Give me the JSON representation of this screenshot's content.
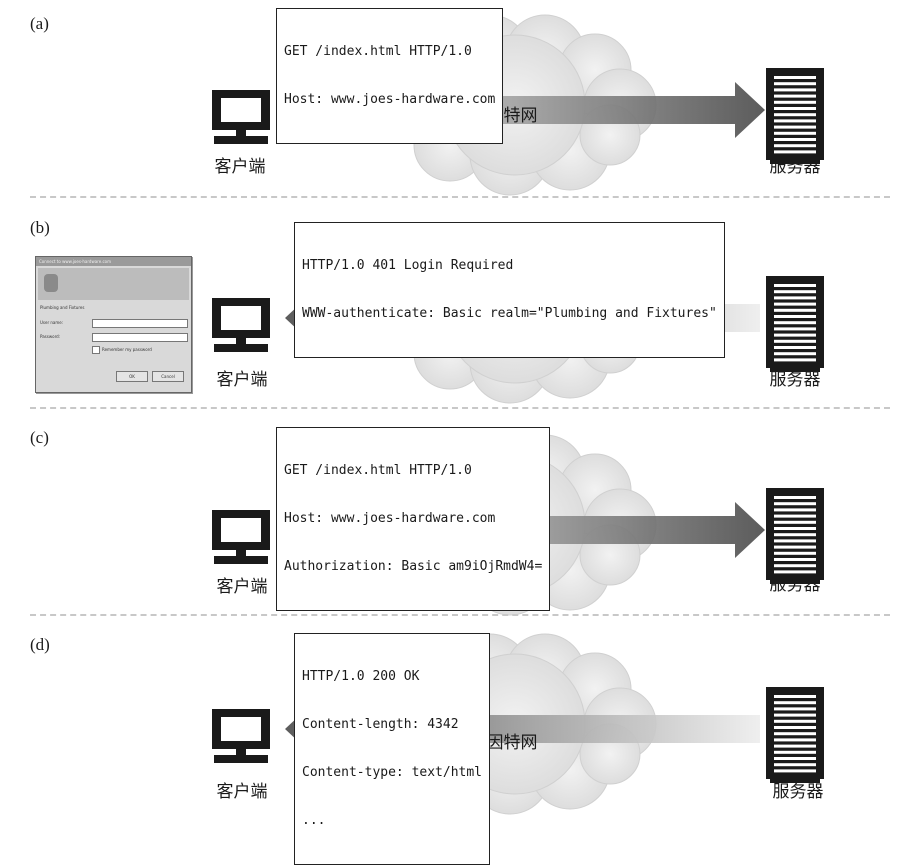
{
  "nodes": {
    "client_label": "客户端",
    "server_label": "服务器",
    "internet_label": "因特网"
  },
  "panels": [
    {
      "label": "(a)",
      "direction": "to-server",
      "message": [
        "GET /index.html HTTP/1.0",
        "Host: www.joes-hardware.com"
      ]
    },
    {
      "label": "(b)",
      "direction": "to-client",
      "message": [
        "HTTP/1.0 401 Login Required",
        "WWW-authenticate: Basic realm=\"Plumbing and Fixtures\""
      ],
      "login_dialog": {
        "title": "Connect to www.joes-hardware.com",
        "realm": "Plumbing and Fixtures",
        "user_label": "User name:",
        "password_label": "Password:",
        "remember_label": "Remember my password",
        "ok_label": "OK",
        "cancel_label": "Cancel"
      }
    },
    {
      "label": "(c)",
      "direction": "to-server",
      "message": [
        "GET /index.html HTTP/1.0",
        "Host: www.joes-hardware.com",
        "Authorization: Basic am9iOjRmdW4="
      ]
    },
    {
      "label": "(d)",
      "direction": "to-client",
      "message": [
        "HTTP/1.0 200 OK",
        "Content-length: 4342",
        "Content-type: text/html",
        "..."
      ]
    }
  ],
  "colors": {
    "arrow_dark": "#4a4a4a",
    "arrow_light": "#ededed",
    "cloud": "#e8e8e8",
    "ink": "#1a1a1a"
  }
}
